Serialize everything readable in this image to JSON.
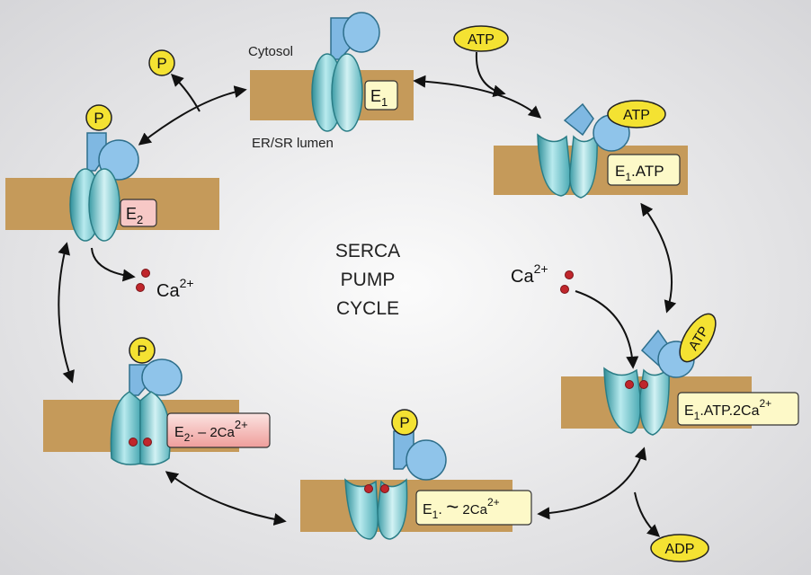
{
  "title": {
    "line1": "SERCA",
    "line2": "PUMP",
    "line3": "CYCLE"
  },
  "compartments": {
    "cytosol": "Cytosol",
    "lumen": "ER/SR lumen"
  },
  "states": {
    "e1": {
      "main": "E",
      "sub": "1",
      "rest": ""
    },
    "e1atp": {
      "main": "E",
      "sub": "1",
      "rest": ".ATP"
    },
    "e1atpca": {
      "main": "E",
      "sub": "1",
      "rest": ".ATP.2Ca",
      "sup": "2+"
    },
    "e1pca": {
      "main": "E",
      "sub": "1",
      "rest": ". ",
      "tilde": "~",
      "tail": " 2Ca",
      "sup": "2+"
    },
    "e2pca": {
      "main": "E",
      "sub": "2",
      "rest": ". ",
      "dash": "–",
      "tail": " 2Ca",
      "sup": "2+"
    },
    "e2": {
      "main": "E",
      "sub": "2"
    }
  },
  "molecules": {
    "atp": "ATP",
    "adp": "ADP",
    "phosphate": "P",
    "calcium_base": "Ca",
    "calcium_charge": "2+"
  },
  "colors": {
    "background": "#e4e4e6",
    "membrane": "#c59a5a",
    "protein_body": "#8fd1d6",
    "protein_domain": "#7fb8e2",
    "atp_fill": "#f4e232",
    "state_box": "#fdf9c8",
    "state_box_pink": "#f7c8c6",
    "calcium": "#c0262c"
  }
}
